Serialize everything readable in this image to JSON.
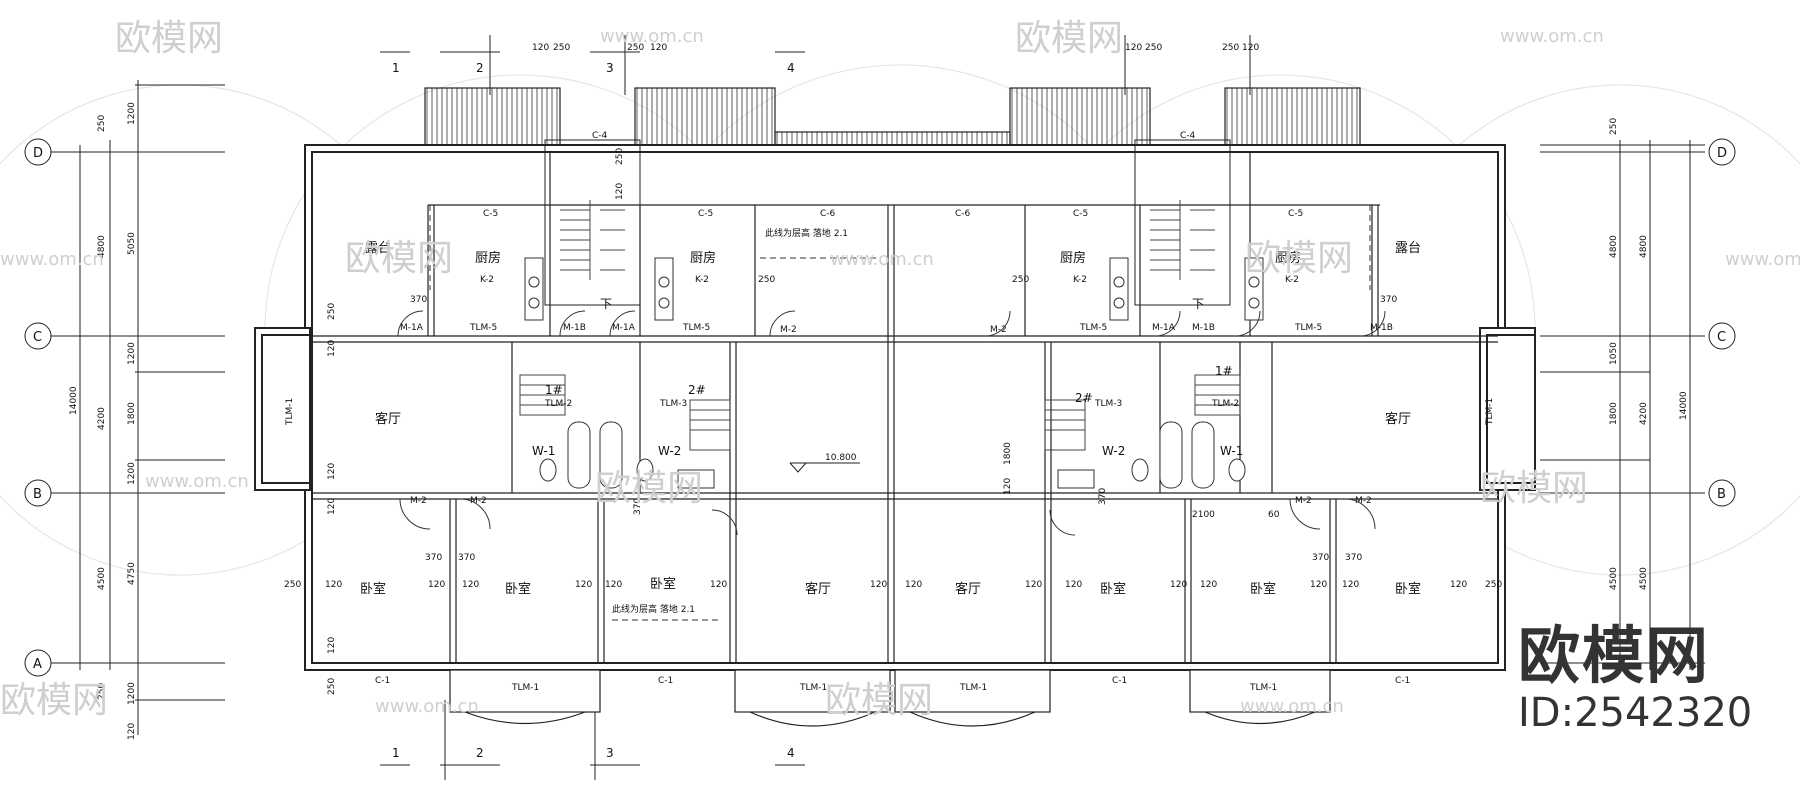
{
  "grid_axes_rows": [
    "D",
    "C",
    "B",
    "A"
  ],
  "grid_axes_cols": [
    "1",
    "2",
    "3",
    "4"
  ],
  "rooms": {
    "living": "客厅",
    "bedroom": "卧室",
    "kitchen": "厨房",
    "balcony": "露台",
    "wc1": "W-1",
    "wc2": "W-2",
    "stair1": "1#",
    "stair2": "2#",
    "down": "下"
  },
  "notes": {
    "section_note": "此线为层高  落地 2.1",
    "elevation": "10.800"
  },
  "labels": {
    "c1": "C-1",
    "c4": "C-4",
    "c5": "C-5",
    "c6": "C-6",
    "tlm1": "TLM-1",
    "tlm2": "TLM-2",
    "tlm3": "TLM-3",
    "tlm5": "TLM-5",
    "m1a": "M-1A",
    "m1b": "M-1B",
    "m2": "M-2",
    "k2": "K-2"
  },
  "dims": {
    "d120": "120",
    "d250": "250",
    "d370": "370",
    "d1200": "1200",
    "d4800": "4800",
    "d5050": "5050",
    "d4200": "4200",
    "d1800": "1800",
    "d14000": "14000",
    "d4500": "4500",
    "d4750": "4750",
    "d1050": "1050",
    "d2100": "2100",
    "d60": "60"
  },
  "watermark": {
    "site": "www.om.cn",
    "name": "欧模网"
  },
  "brand": {
    "name": "欧模网",
    "id": "ID:2542320"
  }
}
